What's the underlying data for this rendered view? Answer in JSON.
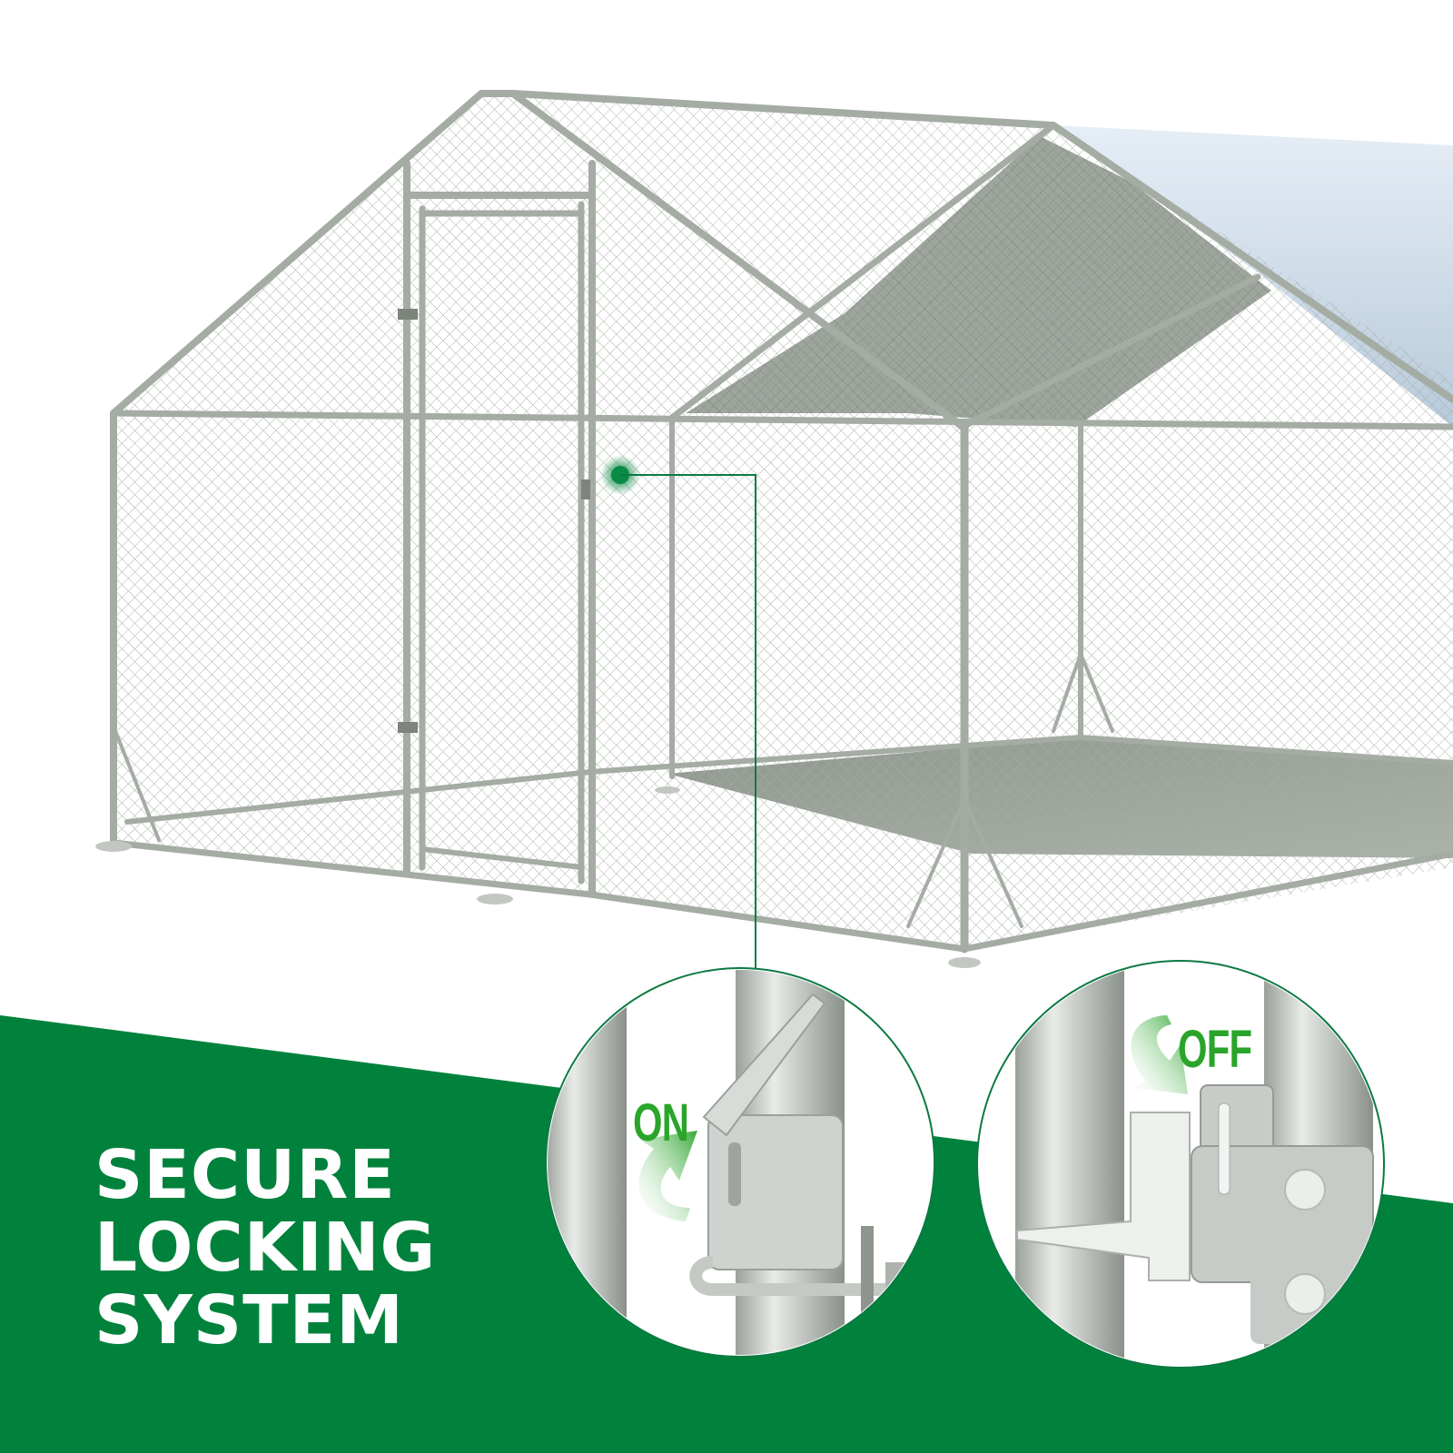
{
  "headline": {
    "lines": [
      "SECURE",
      "LOCKING",
      "SYSTEM"
    ]
  },
  "insets": [
    {
      "id": "lock-on-detail",
      "label": "ON",
      "arrow": "curved-arrow-up-right"
    },
    {
      "id": "lock-off-detail",
      "label": "OFF",
      "arrow": "curved-arrow-down-right"
    }
  ],
  "colors": {
    "brand_green": "#00823c",
    "label_green": "#2aa52a",
    "callout_green": "#0b7a42",
    "frame_silver": "#a9b0a8",
    "mesh_grey": "#b9c0b8",
    "sky_blue": "#c9d8e6",
    "background": "#ffffff"
  }
}
